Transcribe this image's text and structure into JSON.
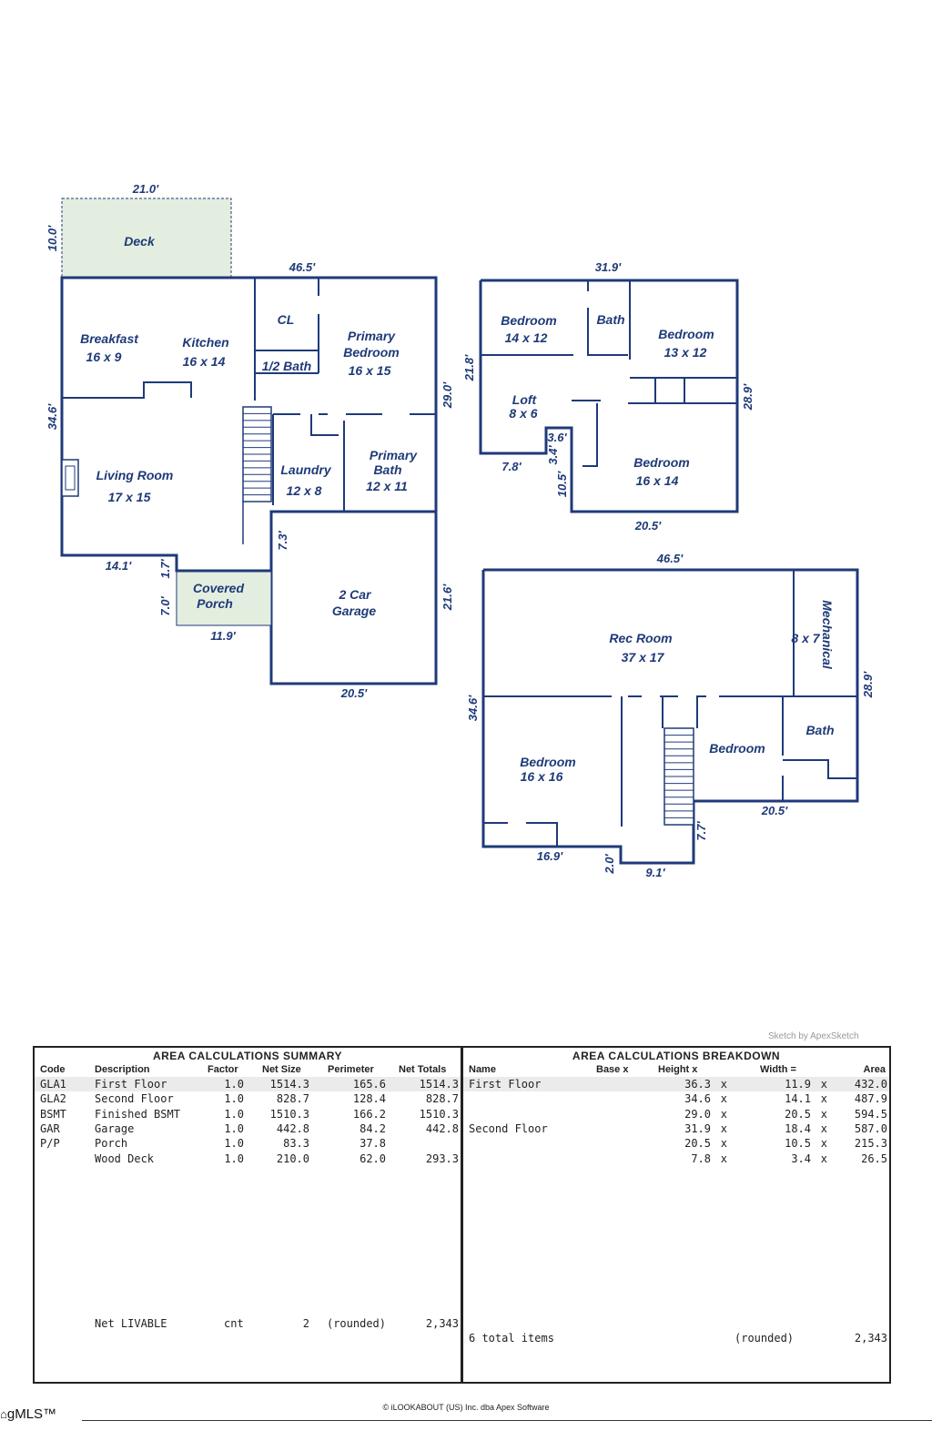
{
  "floor_plan": {
    "main_floor": {
      "deck": {
        "label": "Deck",
        "width": "21.0'",
        "depth": "10.0'"
      },
      "overall_width": "46.5'",
      "left_height": "34.6'",
      "right_height": "29.0'",
      "rooms": {
        "breakfast": {
          "name": "Breakfast",
          "size": "16 x 9"
        },
        "kitchen": {
          "name": "Kitchen",
          "size": "16 x 14"
        },
        "closet": {
          "name": "CL"
        },
        "half_bath": {
          "name": "1/2 Bath"
        },
        "primary_bedroom": {
          "name1": "Primary",
          "name2": "Bedroom",
          "size": "16 x 15"
        },
        "living_room": {
          "name": "Living Room",
          "size": "17 x 15"
        },
        "laundry": {
          "name": "Laundry",
          "size": "12 x 8"
        },
        "primary_bath": {
          "name1": "Primary",
          "name2": "Bath",
          "size": "12 x 11"
        },
        "covered_porch": {
          "name1": "Covered",
          "name2": "Porch"
        },
        "garage": {
          "name1": "2 Car",
          "name2": "Garage"
        }
      },
      "dims": {
        "d141": "14.1'",
        "d17": "1.7'",
        "d70": "7.0'",
        "d119": "11.9'",
        "d73": "7.3'",
        "d216": "21.6'",
        "d205": "20.5'"
      }
    },
    "second_floor": {
      "dims": {
        "top": "31.9'",
        "left": "21.8'",
        "right": "28.9'",
        "d78": "7.8'",
        "d36": "3.6'",
        "d34": "3.4'",
        "d105": "10.5'",
        "bottom": "20.5'"
      },
      "rooms": {
        "bedroom1": {
          "name": "Bedroom",
          "size": "14 x 12"
        },
        "bath": {
          "name": "Bath"
        },
        "bedroom2": {
          "name": "Bedroom",
          "size": "13 x 12"
        },
        "loft": {
          "name": "Loft",
          "size": "8 x 6"
        },
        "bedroom3": {
          "name": "Bedroom",
          "size": "16 x 14"
        }
      }
    },
    "basement": {
      "dims": {
        "top": "46.5'",
        "left": "34.6'",
        "right": "28.9'",
        "d205": "20.5'",
        "d169": "16.9'",
        "d20": "2.0'",
        "d91": "9.1'",
        "d77": "7.7'"
      },
      "rooms": {
        "rec_room": {
          "name": "Rec Room",
          "size": "37 x 17"
        },
        "mechanical": {
          "name": "Mechanical",
          "size": "8 x 7"
        },
        "bedroom_big": {
          "name": "Bedroom",
          "size": "16 x 16"
        },
        "bedroom_small": {
          "name": "Bedroom"
        },
        "bath": {
          "name": "Bath"
        }
      }
    }
  },
  "sketch_credit": "Sketch by ApexSketch",
  "summary": {
    "title": "AREA CALCULATIONS SUMMARY",
    "headers": [
      "Code",
      "Description",
      "Factor",
      "Net Size",
      "Perimeter",
      "Net Totals"
    ],
    "rows": [
      [
        "GLA1",
        "First Floor",
        "1.0",
        "1514.3",
        "165.6",
        "1514.3"
      ],
      [
        "GLA2",
        "Second Floor",
        "1.0",
        "828.7",
        "128.4",
        "828.7"
      ],
      [
        "BSMT",
        "Finished BSMT",
        "1.0",
        "1510.3",
        "166.2",
        "1510.3"
      ],
      [
        "GAR",
        "Garage",
        "1.0",
        "442.8",
        "84.2",
        "442.8"
      ],
      [
        "P/P",
        "Porch",
        "1.0",
        "83.3",
        "37.8",
        ""
      ],
      [
        "",
        "Wood Deck",
        "1.0",
        "210.0",
        "62.0",
        "293.3"
      ]
    ],
    "footer": [
      "Net LIVABLE",
      "cnt",
      "2",
      "(rounded)",
      "2,343"
    ]
  },
  "breakdown": {
    "title": "AREA CALCULATIONS BREAKDOWN",
    "headers": [
      "Name",
      "Base  x",
      "Height  x",
      "Width  =",
      "Area"
    ],
    "rows": [
      [
        "First Floor",
        "",
        "36.3",
        "11.9",
        "432.0"
      ],
      [
        "",
        "",
        "34.6",
        "14.1",
        "487.9"
      ],
      [
        "",
        "",
        "29.0",
        "20.5",
        "594.5"
      ],
      [
        "Second Floor",
        "",
        "31.9",
        "18.4",
        "587.0"
      ],
      [
        "",
        "",
        "20.5",
        "10.5",
        "215.3"
      ],
      [
        "",
        "",
        "7.8",
        "3.4",
        "26.5"
      ]
    ],
    "footer": [
      "6 total items",
      "(rounded)",
      "2,343"
    ]
  },
  "copyright": "© iLOOKABOUT (US) Inc. dba Apex Software",
  "brand": "gMLS™"
}
